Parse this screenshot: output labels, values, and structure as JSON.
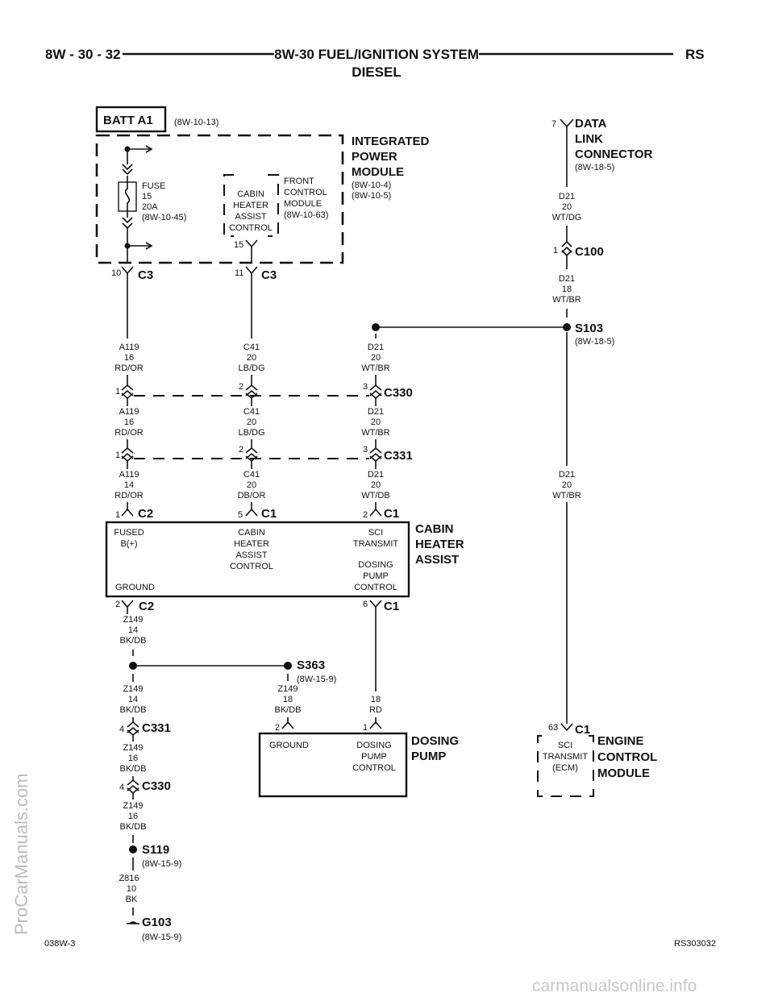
{
  "header": {
    "left": "8W - 30 - 32",
    "title": "8W-30 FUEL/IGNITION SYSTEM",
    "subtitle": "DIESEL",
    "right": "RS"
  },
  "batt": {
    "label": "BATT A1",
    "ref": "(8W-10-13)"
  },
  "ipm": {
    "title1": "INTEGRATED",
    "title2": "POWER",
    "title3": "MODULE",
    "ref1": "(8W-10-4)",
    "ref2": "(8W-10-5)",
    "fuse1": "FUSE",
    "fuse2": "15",
    "fuse3": "20A",
    "fuse4": "(8W-10-45)",
    "chac1": "CABIN",
    "chac2": "HEATER",
    "chac3": "ASSIST",
    "chac4": "CONTROL",
    "pin15": "15",
    "fcm1": "FRONT",
    "fcm2": "CONTROL",
    "fcm3": "MODULE",
    "fcm4": "(8W-10-63)"
  },
  "c3a": {
    "pin": "10",
    "name": "C3"
  },
  "c3b": {
    "pin": "11",
    "name": "C3"
  },
  "dlc": {
    "pin": "7",
    "t1": "DATA",
    "t2": "LINK",
    "t3": "CONNECTOR",
    "ref": "(8W-18-5)",
    "w1": "D21",
    "w2": "20",
    "w3": "WT/DG"
  },
  "c100": {
    "pin": "1",
    "name": "C100",
    "w1": "D21",
    "w2": "18",
    "w3": "WT/BR"
  },
  "s103": {
    "name": "S103",
    "ref": "(8W-18-5)"
  },
  "wires": {
    "a": [
      "A119",
      "16",
      "RD/OR"
    ],
    "b": [
      "C41",
      "20",
      "LB/DG"
    ],
    "c": [
      "D21",
      "20",
      "WT/BR"
    ],
    "a2": [
      "A119",
      "16",
      "RD/OR"
    ],
    "b2": [
      "C41",
      "20",
      "LB/DG"
    ],
    "c2": [
      "D21",
      "20",
      "WT/BR"
    ],
    "a3": [
      "A119",
      "14",
      "RD/OR"
    ],
    "b3": [
      "C41",
      "20",
      "DB/OR"
    ],
    "c3": [
      "D21",
      "20",
      "WT/DB"
    ],
    "d": [
      "D21",
      "20",
      "WT/BR"
    ]
  },
  "c330": {
    "p1": "1",
    "p2": "2",
    "p3": "3",
    "name": "C330"
  },
  "c331": {
    "p1": "1",
    "p2": "2",
    "p3": "3",
    "name": "C331"
  },
  "cha": {
    "p1": "1",
    "c2": "C2",
    "p5": "5",
    "c1a": "C1",
    "p2": "2",
    "c1b": "C1",
    "t1": "CABIN",
    "t2": "HEATER",
    "t3": "ASSIST",
    "fused1": "FUSED",
    "fused2": "B(+)",
    "ctl1": "CABIN",
    "ctl2": "HEATER",
    "ctl3": "ASSIST",
    "ctl4": "CONTROL",
    "sci1": "SCI",
    "sci2": "TRANSMIT",
    "dp1": "DOSING",
    "dp2": "PUMP",
    "dp3": "CONTROL",
    "gnd": "GROUND",
    "bp2": "2",
    "bc2": "C2",
    "bp6": "6",
    "bc1": "C1"
  },
  "lower": {
    "z1": [
      "Z149",
      "14",
      "BK/DB"
    ],
    "s363": "S363",
    "s363ref": "(8W-15-9)",
    "z2": [
      "Z149",
      "14",
      "BK/DB"
    ],
    "z3": [
      "Z149",
      "18",
      "BK/DB"
    ],
    "z4": [
      "18",
      "RD"
    ],
    "c331p": "4",
    "c331": "C331",
    "z5": [
      "Z149",
      "16",
      "BK/DB"
    ],
    "c330p": "4",
    "c330": "C330",
    "z6": [
      "Z149",
      "16",
      "BK/DB"
    ],
    "s119": "S119",
    "s119ref": "(8W-15-9)",
    "z7": [
      "Z816",
      "10",
      "BK"
    ],
    "g103": "G103",
    "g103ref": "(8W-15-9)"
  },
  "dosing": {
    "p2": "2",
    "p1": "1",
    "gnd": "GROUND",
    "c1": "DOSING",
    "c2": "PUMP",
    "c3": "CONTROL",
    "t1": "DOSING",
    "t2": "PUMP"
  },
  "ecm": {
    "pin": "63",
    "name": "C1",
    "s1": "SCI",
    "s2": "TRANSMIT",
    "s3": "(ECM)",
    "t1": "ENGINE",
    "t2": "CONTROL",
    "t3": "MODULE"
  },
  "footer": {
    "left": "038W-3",
    "right": "RS303032",
    "site": "carmanualsonline.info"
  },
  "watermark": "ProCarManuals.com"
}
